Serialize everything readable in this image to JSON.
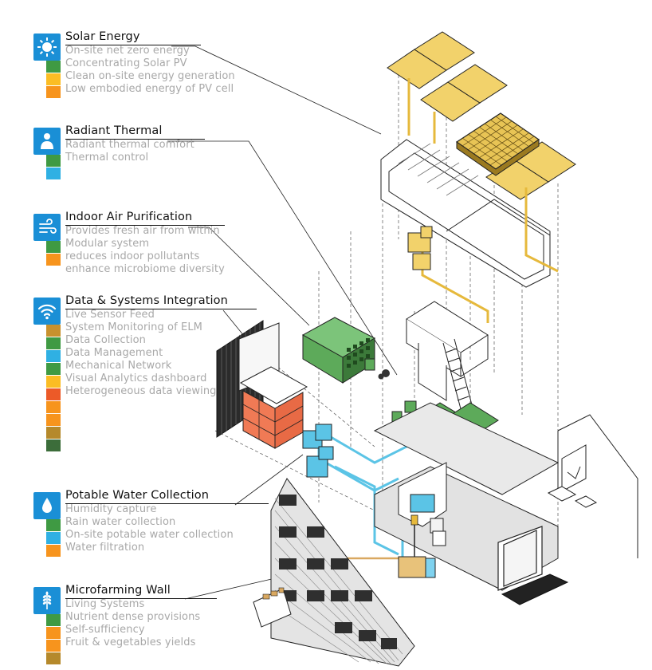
{
  "colors": {
    "icon": "#1a8fd6",
    "green": "#3f9a43",
    "blue": "#2fb0e3",
    "yellow": "#fbbd24",
    "orange": "#f7941d",
    "ochre": "#c8912e",
    "red": "#ec5a28",
    "olive": "#b5892b",
    "darkgreen": "#3c6d3a",
    "solar_panel": "#f2d26b",
    "equipment_green": "#5daa5a",
    "shelf_red": "#f07a55",
    "pipe_blue": "#5bc4e6",
    "pipe_yellow": "#e6b93c",
    "pipe_orange": "#d9a860"
  },
  "legend": [
    {
      "id": "solar",
      "icon": "sun-icon",
      "title": "Solar Energy",
      "items": [
        "On-site net zero energy",
        "Concentrating Solar PV",
        "Clean on-site energy generation",
        "Low embodied energy of PV cell"
      ],
      "swatches": [
        "green",
        "yellow",
        "orange"
      ]
    },
    {
      "id": "thermal",
      "icon": "person-icon",
      "title": "Radiant Thermal",
      "items": [
        "Radiant thermal comfort",
        "Thermal control"
      ],
      "swatches": [
        "green",
        "blue"
      ]
    },
    {
      "id": "air",
      "icon": "wind-icon",
      "title": "Indoor Air Purification",
      "items": [
        "Provides fresh air from within",
        "Modular system",
        "reduces indoor pollutants",
        "enhance microbiome diversity"
      ],
      "swatches": [
        "green",
        "orange"
      ]
    },
    {
      "id": "data",
      "icon": "wifi-icon",
      "title": "Data & Systems Integration",
      "items": [
        "Live Sensor Feed",
        "System Monitoring of ELM",
        "Data Collection",
        "Data Management",
        "Mechanical Network",
        "Visual Analytics dashboard",
        "Heterogeneous data viewing"
      ],
      "swatches": [
        "ochre",
        "green",
        "blue",
        "green",
        "yellow",
        "red",
        "orange",
        "orange",
        "olive",
        "darkgreen"
      ]
    },
    {
      "id": "water",
      "icon": "water-drop-icon",
      "title": "Potable Water Collection",
      "items": [
        "Humidity capture",
        "Rain water collection",
        "On-site potable water collection",
        "Water filtration"
      ],
      "swatches": [
        "green",
        "blue",
        "orange"
      ]
    },
    {
      "id": "farm",
      "icon": "wheat-icon",
      "title": "Microfarming Wall",
      "items": [
        "Living Systems",
        "Nutrient dense provisions",
        "Self-sufficiency",
        "Fruit & vegetables yields"
      ],
      "swatches": [
        "green",
        "orange",
        "orange",
        "olive"
      ]
    }
  ]
}
